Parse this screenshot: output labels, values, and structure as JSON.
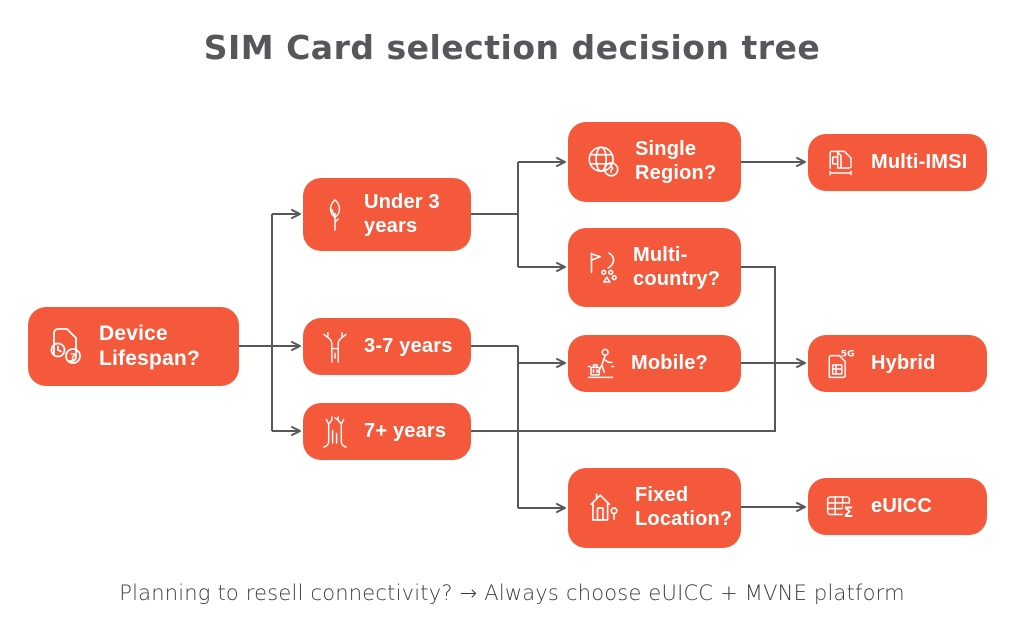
{
  "title": "SIM Card selection decision tree",
  "caption": "Planning to resell connectivity? → Always choose eUICC + MVNE platform",
  "colors": {
    "node_bg": "#F4593B",
    "node_text": "#FFFFFF",
    "connector": "#58585B",
    "title_text": "#56565B",
    "caption_text": "#3C3C3C",
    "background": "#FFFFFF"
  },
  "nodes": [
    {
      "id": "device-lifespan",
      "label": "Device\nLifespan?",
      "icon": "sim-clock-question-icon"
    },
    {
      "id": "under-3-years",
      "label": "Under 3\nyears",
      "icon": "sapling-tree-icon"
    },
    {
      "id": "3-7-years",
      "label": "3-7 years",
      "icon": "young-tree-icon"
    },
    {
      "id": "7-plus-years",
      "label": "7+ years",
      "icon": "old-tree-icon"
    },
    {
      "id": "single-region",
      "label": "Single\nRegion?",
      "icon": "globe-question-icon"
    },
    {
      "id": "multi-country",
      "label": "Multi-\ncountry?",
      "icon": "flag-route-icon"
    },
    {
      "id": "mobile",
      "label": "Mobile?",
      "icon": "traveler-luggage-icon"
    },
    {
      "id": "fixed-location",
      "label": "Fixed\nLocation?",
      "icon": "house-pin-icon"
    },
    {
      "id": "multi-imsi",
      "label": "Multi-IMSI",
      "icon": "dual-sim-icon"
    },
    {
      "id": "hybrid",
      "label": "Hybrid",
      "icon": "sim-5g-icon"
    },
    {
      "id": "euicc",
      "label": "eUICC",
      "icon": "sim-sigma-icon"
    }
  ],
  "edges": [
    {
      "from": "device-lifespan",
      "to": "under-3-years",
      "arrow": true
    },
    {
      "from": "device-lifespan",
      "to": "3-7-years",
      "arrow": true
    },
    {
      "from": "device-lifespan",
      "to": "7-plus-years",
      "arrow": true
    },
    {
      "from": "under-3-years",
      "to": "single-region",
      "arrow": true
    },
    {
      "from": "under-3-years",
      "to": "multi-country",
      "arrow": true
    },
    {
      "from": "3-7-years",
      "to": "mobile",
      "arrow": true
    },
    {
      "from": "3-7-years",
      "to": "fixed-location",
      "arrow": true
    },
    {
      "from": "multi-country",
      "to": "7-plus-years",
      "arrow": false
    },
    {
      "from": "single-region",
      "to": "multi-imsi",
      "arrow": true
    },
    {
      "from": "mobile",
      "to": "hybrid",
      "arrow": true
    },
    {
      "from": "fixed-location",
      "to": "euicc",
      "arrow": true
    }
  ]
}
